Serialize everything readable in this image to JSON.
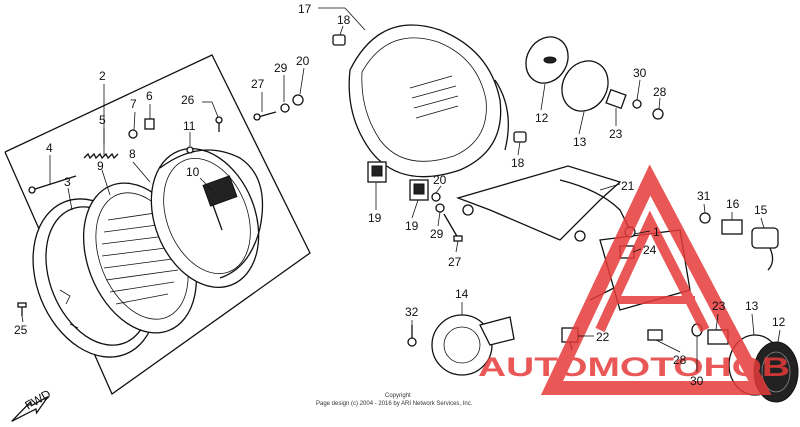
{
  "callouts": {
    "c17": "17",
    "c18a": "18",
    "c2": "2",
    "c7": "7",
    "c6": "6",
    "c5": "5",
    "c4": "4",
    "c3": "3",
    "c9": "9",
    "c8": "8",
    "c26": "26",
    "c11": "11",
    "c10": "10",
    "c27a": "27",
    "c29a": "29",
    "c20a": "20",
    "c25": "25",
    "c18b": "18",
    "c19a": "19",
    "c19b": "19",
    "c20b": "20",
    "c29b": "29",
    "c27b": "27",
    "c12a": "12",
    "c13a": "13",
    "c30a": "30",
    "c28a": "28",
    "c23a": "23",
    "c21": "21",
    "c1": "1",
    "c24": "24",
    "c31": "31",
    "c16": "16",
    "c15": "15",
    "c14": "14",
    "c32": "32",
    "c22": "22",
    "c23b": "23",
    "c28b": "28",
    "c30b": "30",
    "c13b": "13",
    "c12b": "12"
  },
  "fwd_label": "FWD",
  "watermark": {
    "text": "AUTOMOTOHOB",
    "color_red": "#e63a3a",
    "color_gold": "#f0b400"
  },
  "copyright": {
    "line1": "Copyright",
    "line2": "Page design (c) 2004 - 2016 by ARI Network Services, Inc."
  }
}
